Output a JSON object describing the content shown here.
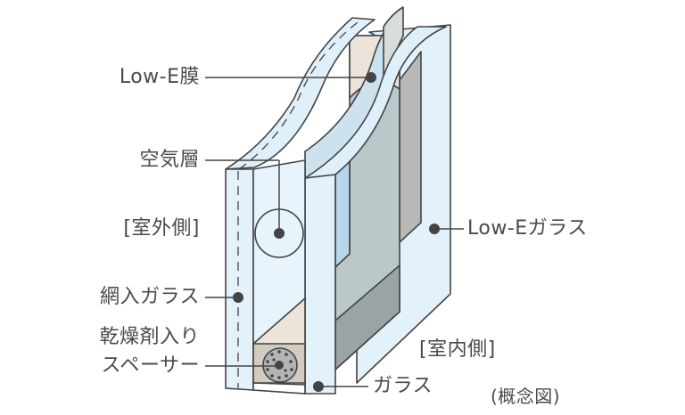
{
  "title": "Low-E複層ガラス 概念図",
  "labels": {
    "low_e_film": "Low-E膜",
    "air_layer": "空気層",
    "outdoor_side": "[室外側]",
    "wired_glass": "網入ガラス",
    "desiccant_spacer_line1": "乾燥剤入り",
    "desiccant_spacer_line2": "スペーサー",
    "low_e_glass": "Low-Eガラス",
    "indoor_side": "[室内側]",
    "glass": "ガラス",
    "concept_note": "(概念図)"
  },
  "colors": {
    "glass_blue": "#e3f1fb",
    "glass_blue_dark": "#b8d6ea",
    "gray_panel": "#bac8ca",
    "gray_dark": "#9aa3a5",
    "gray_side": "#b8b9b6",
    "beige": "#ece3da",
    "spacer": "#d4cbc0",
    "line": "#444444",
    "text": "#4a4a4a"
  }
}
